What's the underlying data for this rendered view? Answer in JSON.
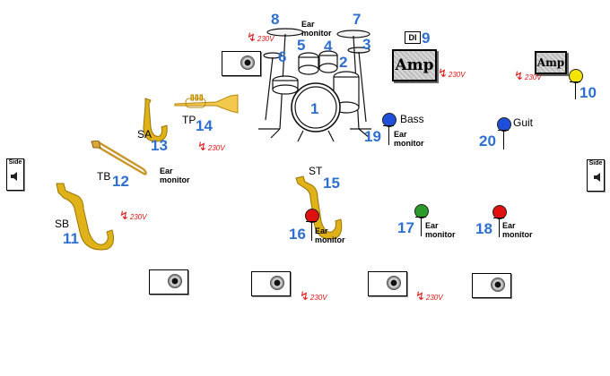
{
  "numbers": {
    "n1": "1",
    "n2": "2",
    "n3": "3",
    "n4": "4",
    "n5": "5",
    "n6": "6",
    "n7": "7",
    "n8": "8",
    "n9": "9",
    "n10": "10",
    "n11": "11",
    "n12": "12",
    "n13": "13",
    "n14": "14",
    "n15": "15",
    "n16": "16",
    "n17": "17",
    "n18": "18",
    "n19": "19",
    "n20": "20"
  },
  "labels": {
    "bass": "Bass",
    "guit": "Guit",
    "tp": "TP",
    "sa": "SA",
    "tb": "TB",
    "sb": "SB",
    "st": "ST",
    "amp": "Amp",
    "di": "DI",
    "side": "Side",
    "power": "230V"
  },
  "ear_monitor": "Ear\nmonitor",
  "colors": {
    "number_blue": "#2f6fcf",
    "mic_blue": "#1f4fd8",
    "mic_red": "#e01010",
    "mic_green": "#2a9a2a",
    "mic_yellow": "#f4e400",
    "brass_gold": "#e0b21a",
    "power_red": "#dd1111"
  },
  "icons": {
    "drum_kit": "drum-kit-icon",
    "saxophone": "saxophone-icon",
    "trumpet": "trumpet-icon",
    "trombone": "trombone-icon",
    "wedge_monitor": "wedge-monitor-icon",
    "side_fill": "side-fill-speaker-icon",
    "power": "power-outlet-icon",
    "microphone": "microphone-icon"
  }
}
